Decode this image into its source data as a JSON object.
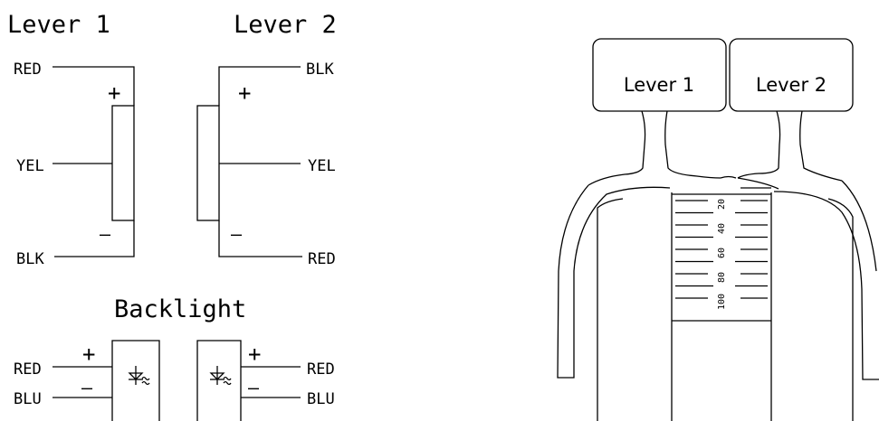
{
  "schematic": {
    "lever1_title": "Lever 1",
    "lever2_title": "Lever 2",
    "backlight_title": "Backlight",
    "lever1": {
      "top_wire": "RED",
      "mid_wire": "YEL",
      "bottom_wire": "BLK",
      "top_sign": "+",
      "bottom_sign": "—"
    },
    "lever2": {
      "top_wire": "BLK",
      "mid_wire": "YEL",
      "bottom_wire": "RED",
      "top_sign": "+",
      "bottom_sign": "—"
    },
    "backlight_left": {
      "top_wire": "RED",
      "bottom_wire": "BLU",
      "top_sign": "+",
      "bottom_sign": "—"
    },
    "backlight_right": {
      "top_wire": "RED",
      "bottom_wire": "BLU",
      "top_sign": "+",
      "bottom_sign": "—"
    }
  },
  "device": {
    "lever1_label": "Lever 1",
    "lever2_label": "Lever 2",
    "scale_ticks": [
      "20",
      "40",
      "60",
      "80",
      "100"
    ]
  }
}
